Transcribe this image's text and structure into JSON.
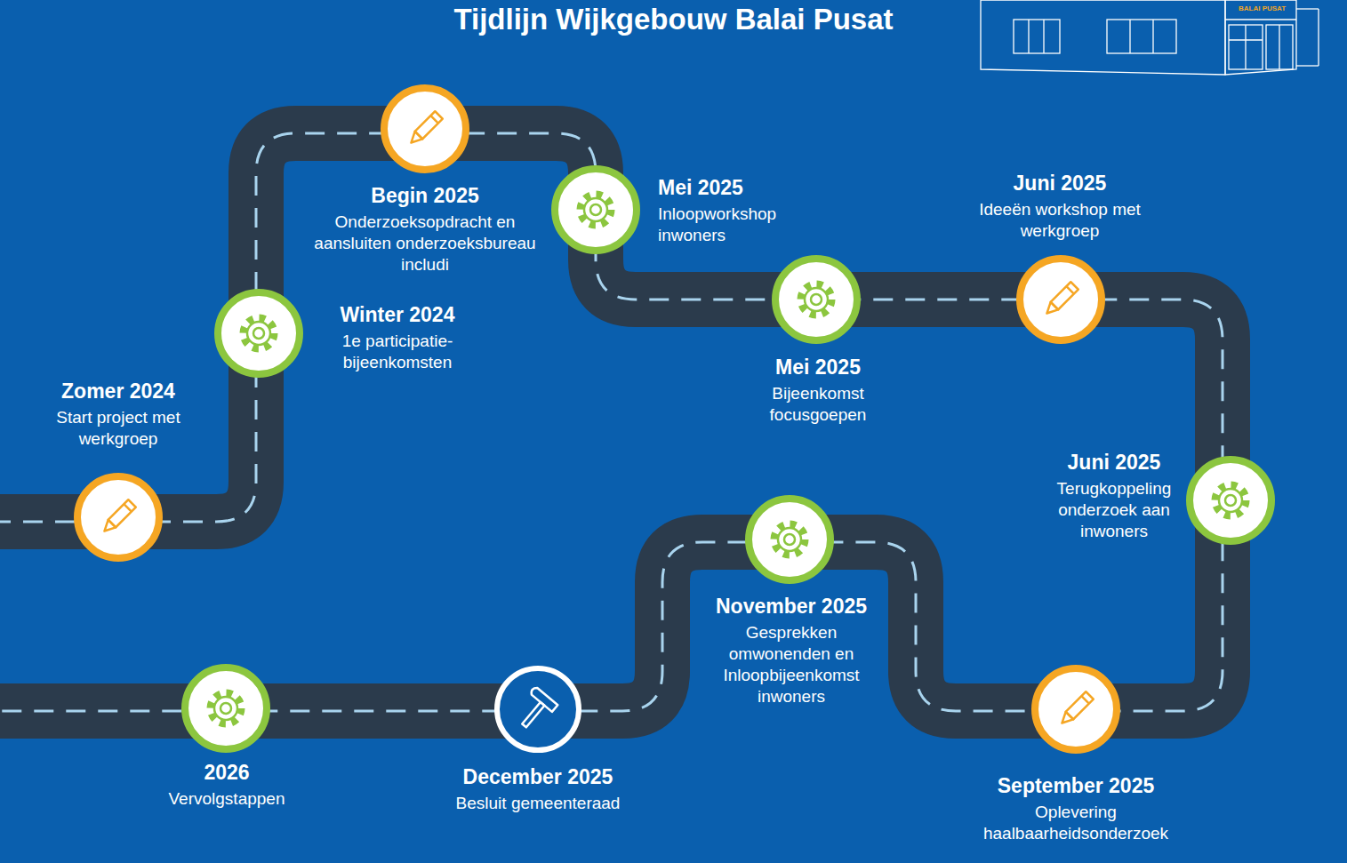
{
  "diagram": {
    "title": "Tijdlijn Wijkgebouw Balai Pusat",
    "nodes": [
      {
        "text": [
          "Zomer 2024",
          "Start project met werkgroep"
        ]
      },
      {
        "text": [
          "Winter 2024",
          "1e participatie- bijeenkomsten"
        ]
      },
      {
        "text": [
          "Begin 2025",
          "Onderzoeksopdracht en aansluiten onderzoeksbureau includi"
        ]
      },
      {
        "text": [
          "Mei 2025",
          "Inloopworkshop inwoners"
        ]
      },
      {
        "text": [
          "Mei 2025",
          "Bijeenkomst focusgoepen"
        ]
      },
      {
        "text": [
          "Juni 2025",
          "Ideeën workshop met werkgroep"
        ]
      },
      {
        "text": [
          "Juni 2025",
          "Terugkoppeling onderzoek aan inwoners"
        ]
      },
      {
        "text": [
          "September 2025",
          "Oplevering haalbaarheidsonderzoek"
        ]
      },
      {
        "text": [
          "November 2025",
          "Gesprekken omwonenden en Inloopbijeenkomst inwoners"
        ]
      },
      {
        "text": [
          "December 2025",
          "Besluit gemeenteraad"
        ]
      },
      {
        "text": [
          "2026",
          "Vervolgstappen"
        ]
      }
    ],
    "labels": [
      "BALAI PUSAT"
    ]
  }
}
